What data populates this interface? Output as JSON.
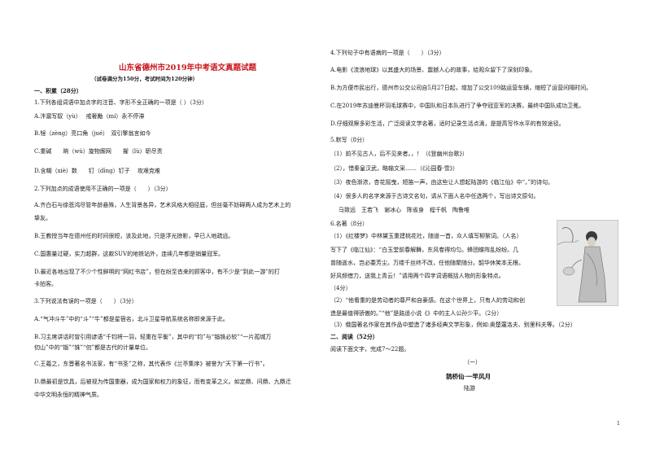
{
  "title": "山东省德州市2019年中考语文真题试题",
  "subtitle": "（试卷满分为150分，考试时间为120分钟）",
  "section1_heading": "一、积累（28分）",
  "q1": {
    "stem": "1.下列各组词语中加点字的注音、字形不全正确的一项是（ ）（3分）",
    "a": "A.泮漏写馭（yù）　 戒奢勵（mí）永不停滞",
    "b": "B.锃（zèng）亮口角（jué）　双引擎翁言如今",
    "c": "C.重碱　　晌（wù）旋物厮网　　擢（lù）职尽责",
    "d": "D.含糊（xiè）数　　钉（dīng）钉子　 攻艰克难"
  },
  "q2": {
    "stem": "2.下列加点的成语使用不正确的一项是（　　）（3分）",
    "a1": "A.齐白石与徐悲鸿尽管年龄悬殊，人生背景各异，艺术风格大相径庭，但丝毫不妨碍两人成为艺术上的",
    "a2": "挚友。",
    "b": "B.王教授当年在德州任的时间很短，该及此地，只是浮光掠影，早已人地疏远。",
    "c1": "C.国惠量过硬，实力超群，这款SUV的地铁站外，连续几年都是销量冠军。",
    "d1": "D.最近各地出现了不少个性鲜明的“网红书店”，但在纷至沓来的顾客中，有不少是“到此一游”的打",
    "d2": "卡拍客。"
  },
  "q3": {
    "stem": "3.下列说法有误的一项是（　　）（3分）",
    "a": "A.“气冲斗牛”中的“斗”“牛”都是星宿名，北斗卫星导航系统名称即来源于此。",
    "b1": "B.习主席讲话时曾引用谚语“千钧将一羽，轻重在平衡”，其中的“钧”与“锱铢必较”“一片孤城万",
    "b2": "仞山”中的“锱”“铢”“仞”都是古代的计量单位。",
    "c": "C.王羲之，东晋著名书法家，有“书圣”之称，其代表作《兰亭集序》被誉为“天下第一行书”。",
    "d1": "D.鼎最初是饮具，后被视为传国重器，成为国家和权力的象征，而有变革之义。如定鼎、问鼎、九鼎迁",
    "d2": "中华文明永恒的精神气质。"
  },
  "q4": {
    "stem": "4.下列句子中有语病的一项是（　　）（3分）",
    "a": "A.电影《流浪地球》以其盛大的场景、震撼人心的故事，给观众留下了深刻印象。",
    "b1": "B.为方便市民出行，德州市公交公司自5月27日起，增加了公交109路运营车辆，缩短了运营间隔时间。",
    "c": "C.在2019年苏迪曼杯羽毛球赛中，中国队和日本队进行了争夺冠亚军的决赛，最终中国队成功卫冕。",
    "d": "D.仔细观察多彩生活，广泛阅读文学名著，适时记录生活点滴，是提高写作水平的有效途径。"
  },
  "q5": {
    "stem": "5.默写（8分）",
    "l1": "（1）前不见古人，后不见来者。，！（《登幽州台歌》）",
    "l2": "（2），惜秦皇汉武，略输文采……（《沁园春·雪》）",
    "l3": "（3）夜色渐浓，杏花摇曳，短笛一声，由这些让人想起陆游的《临江仙》中“，”的诗句。",
    "l4": "（4）很多人的名字来源于古诗文名句，请从下面人名中任选两个，写出诗文原句。",
    "names": "马致远　王若飞　谢冰心　陈省身　程千帆　陶鲁唯"
  },
  "q6": {
    "stem": "6.名著（8分）",
    "l1": "（1）《红楼梦》中林黛玉重建桃花社，随道一首，众人填写柳絮词。（人名）",
    "l2": "写下了《临江仙》：“白玉堂前春解舞，东风卷得均匀。蜂团蝶阵乱纷纷。几",
    "l3": "曾随逝水，岂必委芳尘。万缕千丝终不改，任他随聚随分。韶华休笑本无根。",
    "l4": "好风频借力，送我上青云！”请用两个四字词语概括人物的形象特点。",
    "l5": "（4分）",
    "l6": "（2）“他看重的是劳动者的尊严和自豪感。在这个世界上，只有人的劳动和创",
    "l7": "造是最值得骄傲的。”“他”是路遥小说《》中的主人公孙少平。（2分）",
    "l8": "（3）俄国著名作家在其作品中塑造了诸多经典文学形象，例如:奥楚蔑洛夫、别里科夫等。（2分）"
  },
  "section2_heading": "二、阅读（52分）",
  "reading_intro": "阅读下面文字，完成7～22题。",
  "part_label": "（一）",
  "poem_title": "鹊桥仙·一竿风月",
  "poem_author": "陆游",
  "page_number": "1"
}
